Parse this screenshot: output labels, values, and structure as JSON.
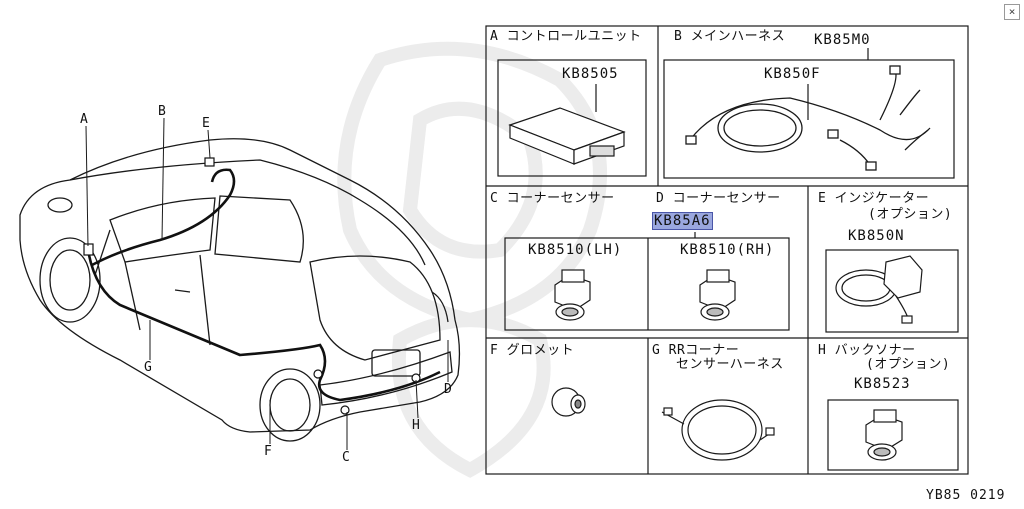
{
  "close_glyph": "×",
  "vehicle_callouts": {
    "a": "A",
    "b": "B",
    "c": "C",
    "d": "D",
    "e": "E",
    "f": "F",
    "g": "G",
    "h": "H"
  },
  "panels": {
    "a": {
      "title": "A コントロールユニット",
      "part": "KB8505"
    },
    "b": {
      "title": "B メインハーネス",
      "part_top": "KB85M0",
      "part_inner": "KB850F"
    },
    "c": {
      "title": "C コーナーセンサー",
      "part_lh": "KB8510(LH)"
    },
    "d": {
      "title": "D コーナーセンサー",
      "part_highlighted": "KB85A6",
      "part_rh": "KB8510(RH)"
    },
    "e": {
      "title": "E インジケーター",
      "subtitle": "(オプション)",
      "part": "KB850N"
    },
    "f": {
      "title": "F グロメット"
    },
    "g": {
      "title": "G RRコーナー",
      "subtitle": "センサーハーネス"
    },
    "h": {
      "title": "H バックソナー",
      "subtitle": "(オプション)",
      "part": "KB8523"
    }
  },
  "footer_code": "YB85 0219",
  "colors": {
    "line": "#1a1a1a",
    "highlight_fill": "#9aa7df",
    "highlight_border": "#4a56a8",
    "watermark": "#ececec"
  }
}
